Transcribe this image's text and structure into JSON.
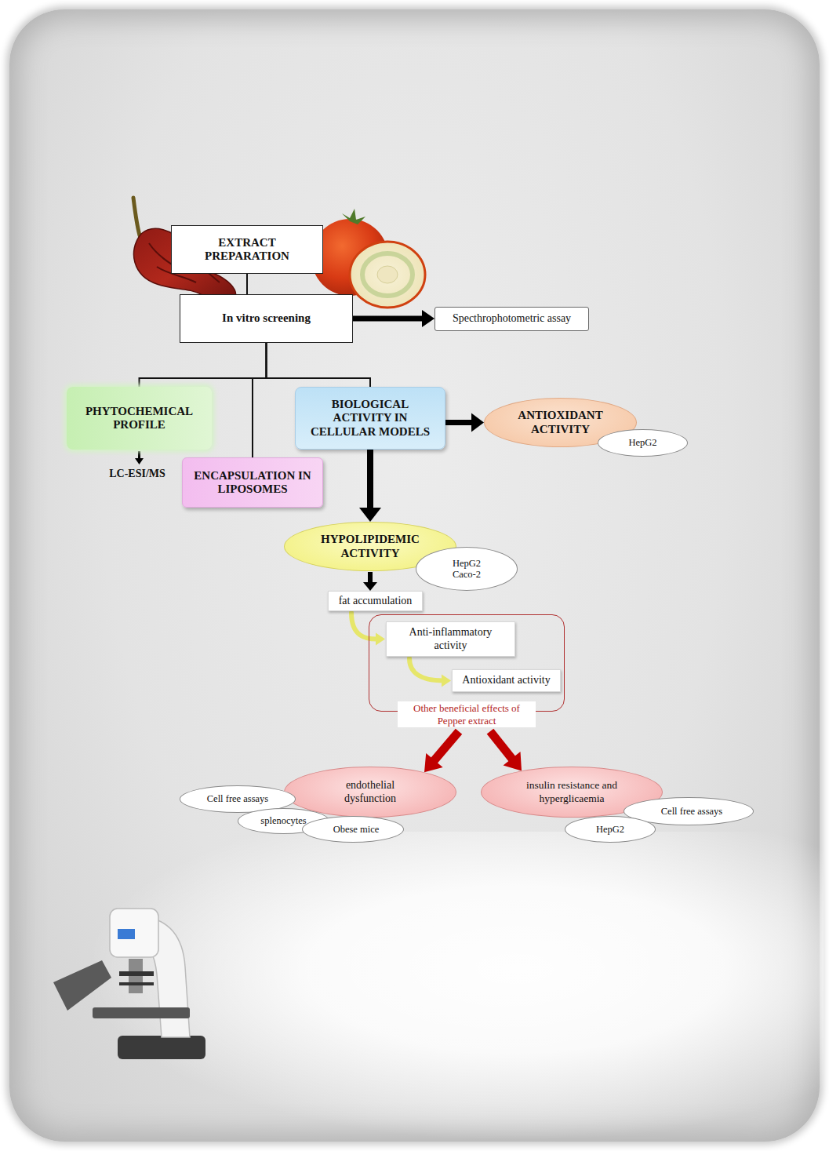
{
  "diagram": {
    "nodes": [
      {
        "text": [
          "EXTRACT PREPARATION"
        ]
      },
      {
        "text": [
          "In vitro screening"
        ]
      },
      {
        "text": [
          "Specthrophotometric assay"
        ]
      },
      {
        "text": [
          "PHYTOCHEMICAL PROFILE"
        ]
      },
      {
        "text": [
          "LC-ESI/MS"
        ]
      },
      {
        "text": [
          "ENCAPSULATION IN LIPOSOMES"
        ]
      },
      {
        "text": [
          "BIOLOGICAL ACTIVITY IN CELLULAR MODELS"
        ]
      },
      {
        "text": [
          "ANTIOXIDANT ACTIVITY"
        ]
      },
      {
        "text": [
          "HepG2"
        ]
      },
      {
        "text": [
          "HYPOLIPIDEMIC ACTIVITY"
        ]
      },
      {
        "text": [
          "HepG2 Caco-2"
        ]
      },
      {
        "text": [
          "fat accumulation"
        ]
      },
      {
        "text": [
          "Other beneficial effects of Pepper extract"
        ]
      },
      {
        "text": [
          "Anti-inflammatory activity"
        ],
        "in": 12
      },
      {
        "text": [
          "Antioxidant activity"
        ],
        "in": 12
      },
      {
        "text": [
          "endothelial dysfunction"
        ]
      },
      {
        "text": [
          "Cell free assays"
        ]
      },
      {
        "text": [
          "splenocytes"
        ]
      },
      {
        "text": [
          "Obese mice"
        ]
      },
      {
        "text": [
          "insulin resistance and hyperglicaemia"
        ]
      },
      {
        "text": [
          "Cell free assays"
        ]
      },
      {
        "text": [
          "HepG2"
        ]
      }
    ],
    "edges": [
      {
        "from": 0,
        "to": 1,
        "arrow": "none"
      },
      {
        "from": 1,
        "to": 2,
        "arrow": "to"
      },
      {
        "from": 1,
        "to": 3,
        "arrow": "none"
      },
      {
        "from": 1,
        "to": 5,
        "arrow": "none"
      },
      {
        "from": 1,
        "to": 6,
        "arrow": "none"
      },
      {
        "from": 3,
        "to": 4,
        "arrow": "to"
      },
      {
        "from": 6,
        "to": 7,
        "arrow": "to"
      },
      {
        "from": 6,
        "to": 9,
        "arrow": "to"
      },
      {
        "from": 9,
        "to": 11,
        "arrow": "to"
      },
      {
        "from": 11,
        "to": 13,
        "arrow": "to"
      },
      {
        "from": 13,
        "to": 14,
        "arrow": "to"
      },
      {
        "from": 12,
        "to": 15,
        "arrow": "to"
      },
      {
        "from": 12,
        "to": 19,
        "arrow": "to"
      }
    ]
  }
}
